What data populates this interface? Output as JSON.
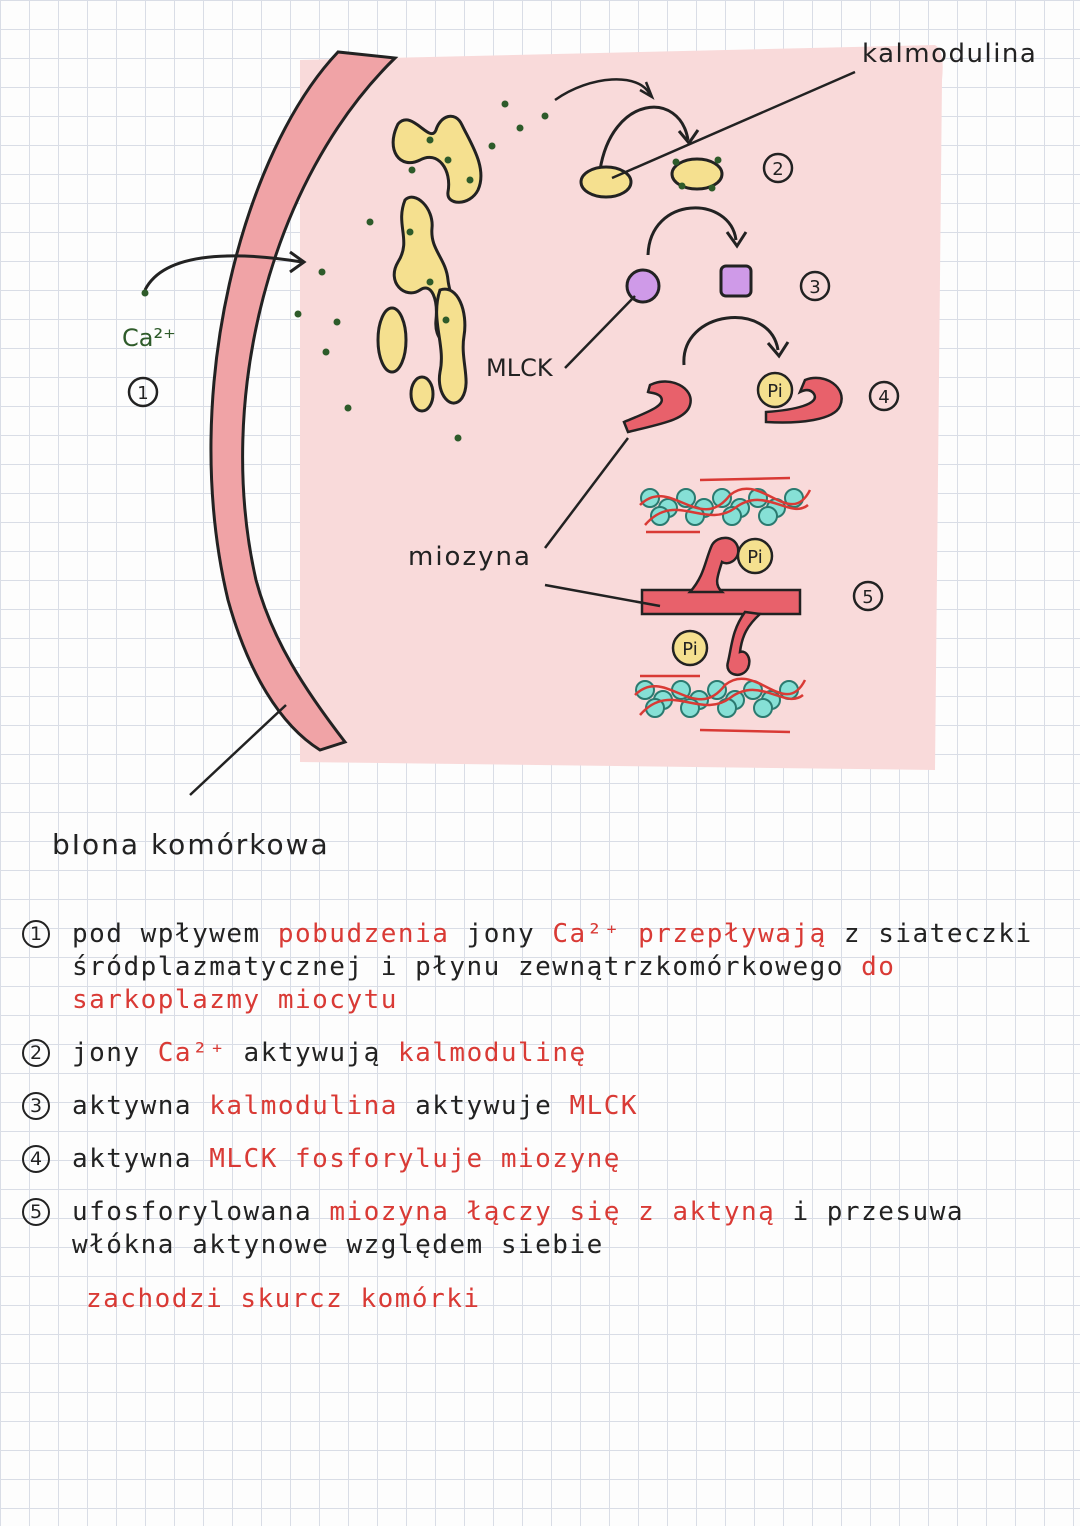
{
  "labels": {
    "ca": "Ca²⁺",
    "mlck": "MLCK",
    "kalmodulina": "kalmodulina",
    "miozyna": "miozyna",
    "blona": "bIona komórkowa",
    "pi": "Pi",
    "n1": "1",
    "n2": "2",
    "n3": "3",
    "n4": "4",
    "n5": "5"
  },
  "steps": [
    {
      "num": "1",
      "parts": [
        {
          "t": "pod wpływem ",
          "red": false
        },
        {
          "t": "pobudzenia",
          "red": true
        },
        {
          "t": " jony ",
          "red": false
        },
        {
          "t": "Ca²⁺ przepływają",
          "red": true
        },
        {
          "t": " z siateczki śródplazmatycznej i płynu zewnątrzkomórkowego ",
          "red": false
        },
        {
          "t": "do sarkoplazmy miocytu",
          "red": true
        }
      ]
    },
    {
      "num": "2",
      "parts": [
        {
          "t": "jony ",
          "red": false
        },
        {
          "t": "Ca²⁺",
          "red": true
        },
        {
          "t": " aktywują ",
          "red": false
        },
        {
          "t": "kalmodulinę",
          "red": true
        }
      ]
    },
    {
      "num": "3",
      "parts": [
        {
          "t": "aktywna ",
          "red": false
        },
        {
          "t": "kalmodulina",
          "red": true
        },
        {
          "t": " aktywuje ",
          "red": false
        },
        {
          "t": "MLCK",
          "red": true
        }
      ]
    },
    {
      "num": "4",
      "parts": [
        {
          "t": "aktywna ",
          "red": false
        },
        {
          "t": "MLCK fosforyluje miozynę",
          "red": true
        }
      ]
    },
    {
      "num": "5",
      "parts": [
        {
          "t": "ufosforylowana ",
          "red": false
        },
        {
          "t": "miozyna łączy się z aktyną",
          "red": true
        },
        {
          "t": " i przesuwa włókna aktynowe względem siebie",
          "red": false
        }
      ]
    }
  ],
  "final": "zachodzi skurcz komórki",
  "colors": {
    "cytoplasm": "#f9dada",
    "membrane": "#f0a3a6",
    "sr": "#f5e08f",
    "dot": "#2e5b2a",
    "mlck": "#cf9ae8",
    "myosin": "#e8616b",
    "actin": "#86e0d6",
    "red_text": "#d93a35"
  }
}
